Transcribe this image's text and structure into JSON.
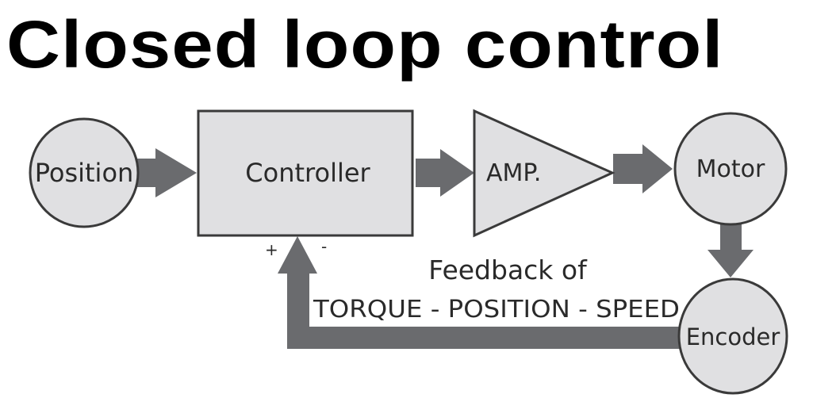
{
  "title": "Closed loop control",
  "colors": {
    "node_fill": "#e0e0e2",
    "node_stroke": "#3a3a3a",
    "arrow": "#6a6b6e",
    "text": "#2a2a2a"
  },
  "nodes": {
    "position": {
      "label": "Position",
      "shape": "circle"
    },
    "controller": {
      "label": "Controller",
      "shape": "rectangle"
    },
    "amp": {
      "label": "AMP.",
      "shape": "triangle"
    },
    "motor": {
      "label": "Motor",
      "shape": "circle"
    },
    "encoder": {
      "label": "Encoder",
      "shape": "circle"
    }
  },
  "edges": [
    {
      "from": "position",
      "to": "controller"
    },
    {
      "from": "controller",
      "to": "amp"
    },
    {
      "from": "amp",
      "to": "motor"
    },
    {
      "from": "motor",
      "to": "encoder"
    },
    {
      "from": "encoder",
      "to": "controller",
      "type": "feedback"
    }
  ],
  "summing": {
    "plus": "+",
    "minus": "-"
  },
  "feedback": {
    "line1": "Feedback of",
    "line2": "TORQUE - POSITION - SPEED"
  }
}
